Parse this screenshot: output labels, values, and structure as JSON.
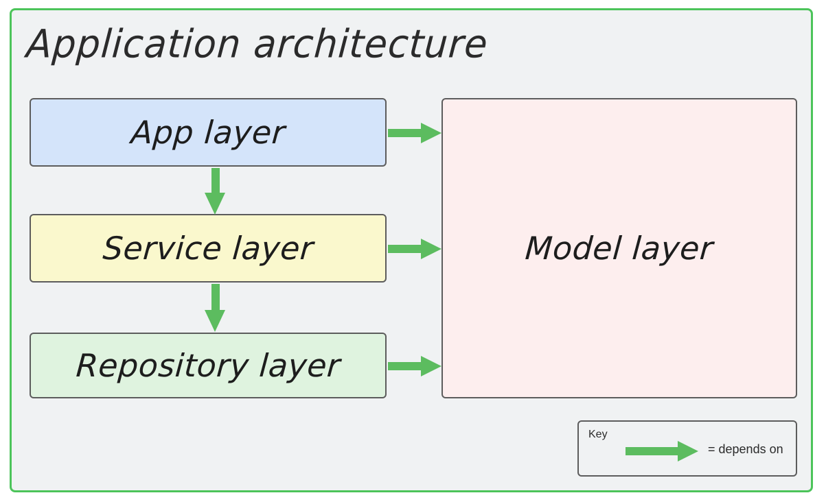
{
  "diagram": {
    "title": "Application architecture",
    "border_color": "#4cc45a",
    "background_color": "#f0f2f3",
    "box_border_color": "#5c5c5c",
    "arrow_color": "#5cbc5f",
    "boxes": [
      {
        "id": "app",
        "label": "App layer",
        "fill": "#d4e4fa"
      },
      {
        "id": "service",
        "label": "Service layer",
        "fill": "#faf8cd"
      },
      {
        "id": "repo",
        "label": "Repository layer",
        "fill": "#dff3df"
      },
      {
        "id": "model",
        "label": "Model layer",
        "fill": "#fdeeee"
      }
    ],
    "connections": [
      {
        "from": "App layer",
        "to": "Model layer",
        "relation": "depends on",
        "direction": "right"
      },
      {
        "from": "Service layer",
        "to": "Model layer",
        "relation": "depends on",
        "direction": "right"
      },
      {
        "from": "Repository layer",
        "to": "Model layer",
        "relation": "depends on",
        "direction": "right"
      },
      {
        "from": "App layer",
        "to": "Service layer",
        "relation": "depends on",
        "direction": "down"
      },
      {
        "from": "Service layer",
        "to": "Repository layer",
        "relation": "depends on",
        "direction": "down"
      }
    ]
  },
  "key": {
    "title": "Key",
    "arrow_icon": "green-arrow-icon",
    "legend_text": "= depends on"
  }
}
